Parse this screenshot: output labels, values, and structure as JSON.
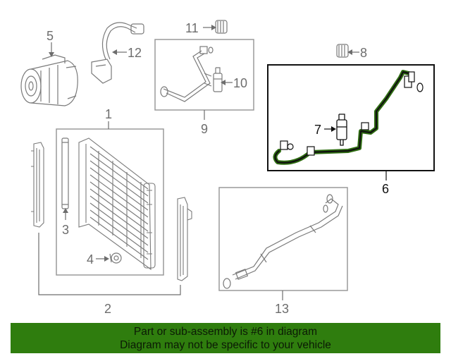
{
  "callouts": {
    "c1": "1",
    "c2": "2",
    "c3": "3",
    "c4": "4",
    "c5": "5",
    "c6": "6",
    "c7": "7",
    "c8": "8",
    "c9": "9",
    "c10": "10",
    "c11": "11",
    "c12": "12",
    "c13": "13"
  },
  "highlight_part": "6",
  "colors": {
    "banner_bg": "#2f7d0e",
    "highlight_line": "#2f6d12",
    "outline": "#9a9a9a",
    "text": "#6d6d6d"
  },
  "banner": {
    "line1": "Part or sub-assembly is #6 in diagram",
    "line2": "Diagram may not be specific to your vehicle"
  }
}
